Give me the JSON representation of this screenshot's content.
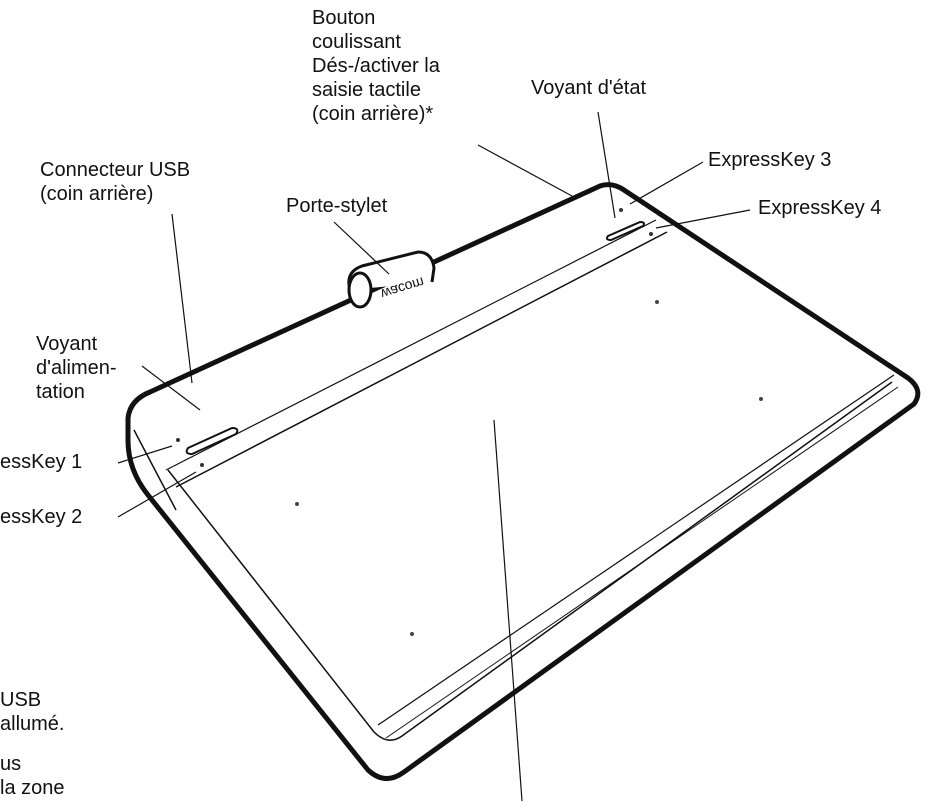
{
  "labels": {
    "touch_switch": [
      "Bouton",
      "coulissant",
      "Dés-/activer la",
      "saisie tactile",
      "(coin arrière)*"
    ],
    "status_led": "Voyant d'état",
    "usb_connector": [
      "Connecteur USB",
      "(coin arrière)"
    ],
    "pen_holder": "Porte-stylet",
    "expresskey_3": "ExpressKey 3",
    "expresskey_4": "ExpressKey 4",
    "power_led": [
      "Voyant",
      "d'alimen-",
      "tation"
    ],
    "expresskey_1": "essKey 1",
    "expresskey_2": "essKey 2",
    "footnote_1": [
      "USB",
      "allumé."
    ],
    "footnote_2": [
      "us",
      "la zone"
    ]
  },
  "logo_text": "wacom",
  "colors": {
    "line": "#111111",
    "background": "#ffffff"
  }
}
